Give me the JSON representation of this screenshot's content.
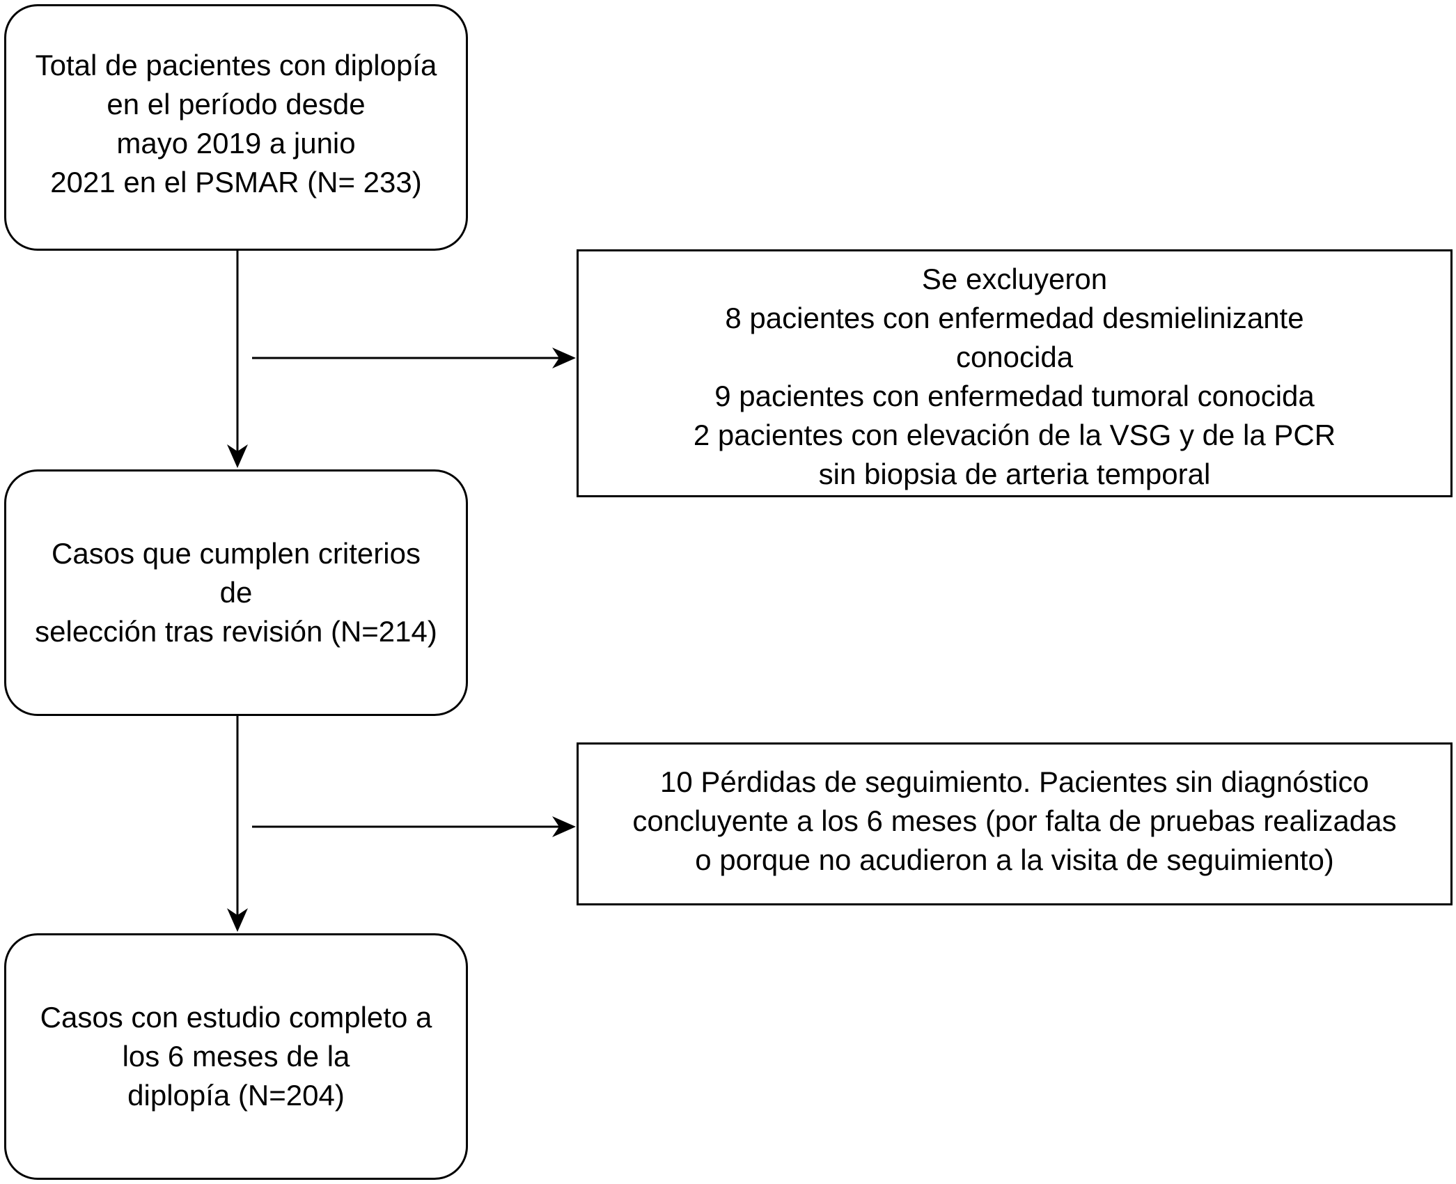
{
  "flowchart": {
    "nodes": {
      "total": {
        "lines": [
          "Total de pacientes con diplopía",
          "en el período desde",
          "mayo 2019 a junio",
          "2021 en el PSMAR (N= 233)"
        ]
      },
      "excluded": {
        "lines": [
          "Se excluyeron",
          "8 pacientes con enfermedad desmielinizante",
          "conocida",
          "9 pacientes con enfermedad tumoral conocida",
          "2 pacientes con elevación de la VSG y de la PCR",
          "sin biopsia de arteria temporal"
        ]
      },
      "selection": {
        "lines": [
          "Casos que cumplen criterios",
          "de",
          "selección tras revisión (N=214)"
        ]
      },
      "losses": {
        "lines": [
          "10 Pérdidas de seguimiento. Pacientes sin diagnóstico",
          "concluyente a los 6 meses (por falta de pruebas realizadas",
          "o porque no acudieron a la visita de seguimiento)"
        ]
      },
      "complete": {
        "lines": [
          "Casos con estudio completo a",
          "los 6 meses de la",
          "diplopía (N=204)"
        ]
      }
    },
    "edges": [
      {
        "from": "total",
        "to": "selection"
      },
      {
        "from": "total",
        "to": "excluded"
      },
      {
        "from": "selection",
        "to": "complete"
      },
      {
        "from": "selection",
        "to": "losses"
      }
    ]
  }
}
